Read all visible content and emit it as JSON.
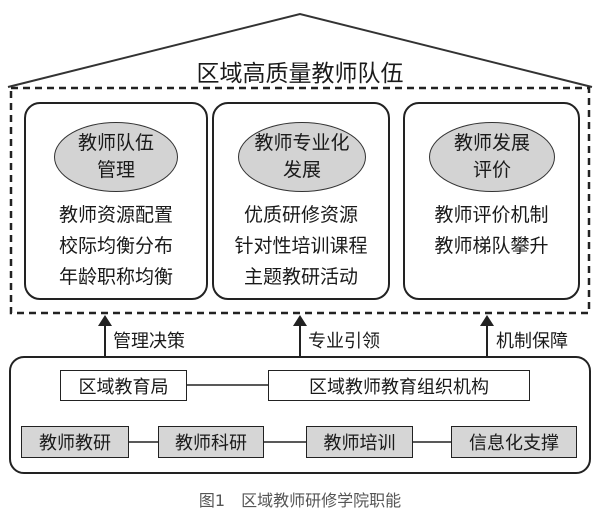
{
  "title": "区域高质量教师队伍",
  "pillars": [
    {
      "head_lines": [
        "教师队伍",
        "管理"
      ],
      "items": [
        "教师资源配置",
        "校际均衡分布",
        "年龄职称均衡"
      ]
    },
    {
      "head_lines": [
        "教师专业化",
        "发展"
      ],
      "items": [
        "优质研修资源",
        "针对性培训课程",
        "主题教研活动"
      ]
    },
    {
      "head_lines": [
        "教师发展",
        "评价"
      ],
      "items": [
        "教师评价机制",
        "教师梯队攀升"
      ]
    }
  ],
  "arrows": [
    "管理决策",
    "专业引领",
    "机制保障"
  ],
  "org": {
    "bureau": "区域教育局",
    "institution": "区域教师教育组织机构",
    "departments": [
      "教师教研",
      "教师科研",
      "教师培训",
      "信息化支撑"
    ]
  },
  "caption": "图1　区域教师研修学院职能"
}
